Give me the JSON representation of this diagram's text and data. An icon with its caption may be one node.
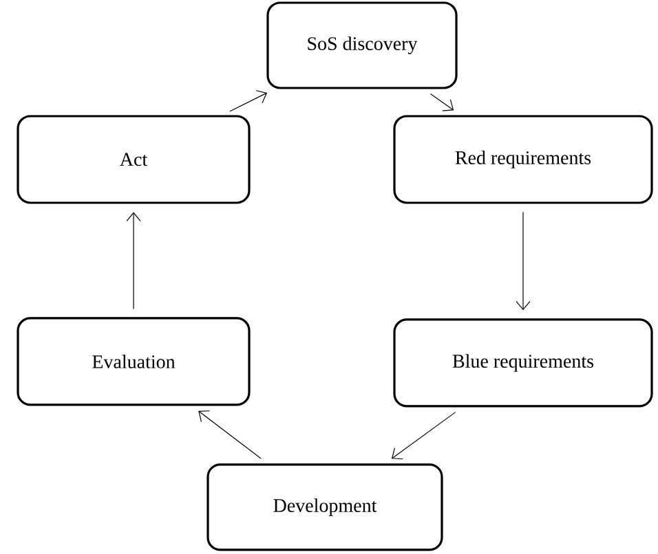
{
  "diagram": {
    "nodes": [
      {
        "text": [
          "SoS discovery"
        ]
      },
      {
        "text": [
          "Red requirements"
        ]
      },
      {
        "text": [
          "Blue requirements"
        ]
      },
      {
        "text": [
          "Development"
        ]
      },
      {
        "text": [
          "Evaluation"
        ]
      },
      {
        "text": [
          "Act"
        ]
      }
    ],
    "edges": [
      {
        "from": 0,
        "to": 1,
        "arrow": "to"
      },
      {
        "from": 1,
        "to": 2,
        "arrow": "to"
      },
      {
        "from": 2,
        "to": 3,
        "arrow": "to"
      },
      {
        "from": 3,
        "to": 4,
        "arrow": "to"
      },
      {
        "from": 4,
        "to": 5,
        "arrow": "to"
      },
      {
        "from": 5,
        "to": 0,
        "arrow": "to"
      }
    ]
  }
}
